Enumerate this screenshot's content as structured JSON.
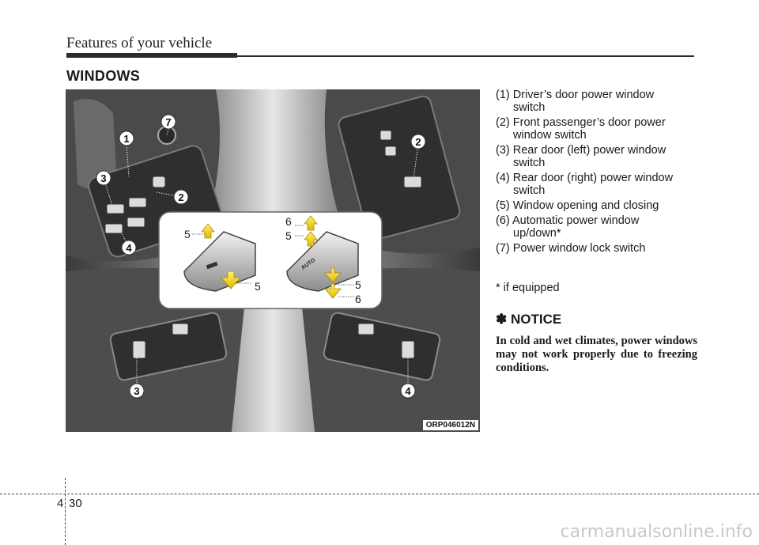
{
  "header": {
    "title": "Features of your vehicle"
  },
  "section": {
    "title": "WINDOWS"
  },
  "figure": {
    "code": "ORP046012N",
    "callouts": [
      "1",
      "2",
      "3",
      "4",
      "7",
      "2",
      "3",
      "4"
    ],
    "inset_labels": [
      "5",
      "5",
      "6",
      "5",
      "5",
      "6"
    ],
    "auto_label": "AUTO"
  },
  "legend": [
    {
      "num": "(1)",
      "line1": "Driver’s door power window",
      "line2": "switch"
    },
    {
      "num": "(2)",
      "line1": "Front passenger’s door power",
      "line2": "window switch"
    },
    {
      "num": "(3)",
      "line1": "Rear door (left) power window",
      "line2": "switch"
    },
    {
      "num": "(4)",
      "line1": "Rear door (right) power window",
      "line2": "switch"
    },
    {
      "num": "(5)",
      "line1": "Window opening and closing",
      "line2": ""
    },
    {
      "num": "(6)",
      "line1": "Automatic power window",
      "line2": "up/down*"
    },
    {
      "num": "(7)",
      "line1": "Power window lock switch",
      "line2": ""
    }
  ],
  "footnote": "* if equipped",
  "notice": {
    "symbol": "✽",
    "title": "NOTICE",
    "body": "In cold and wet climates, power windows may not work properly due to freezing conditions."
  },
  "footer": {
    "chapter": "4",
    "page": "30"
  },
  "watermark": "carmanualsonline.info"
}
